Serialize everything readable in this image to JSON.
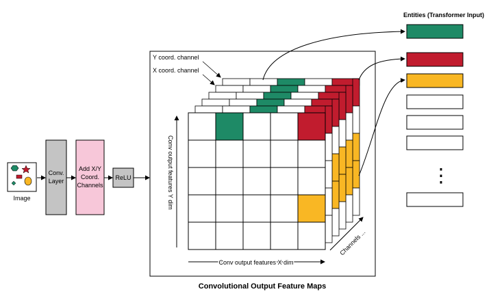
{
  "labels": {
    "image": "Image",
    "conv_layer_line1": "Conv.",
    "conv_layer_line2": "Layer",
    "add_xy_line1": "Add X/Y",
    "add_xy_line2": "Coord.",
    "add_xy_line3": "Channels",
    "relu": "ReLU",
    "y_coord_channel": "Y coord. channel",
    "x_coord_channel": "X coord. channel",
    "y_dim": "Conv output features Y dim",
    "x_dim": "Conv output features X dim",
    "channels": "Channels ...",
    "feature_maps_title": "Convolutional Output Feature Maps",
    "entities_title": "Entities (Transformer Input)",
    "ellipsis": "⋮"
  },
  "colors": {
    "green": "#1e8a66",
    "red": "#c11c2e",
    "yellow": "#f9b724",
    "conv_gray": "#c4c4c4",
    "pink": "#f7c7d9",
    "relu_gray": "#c4c4c4"
  },
  "image_icons": [
    "hexagon-icon",
    "star-icon",
    "rectangle-icon",
    "diamond-icon",
    "ellipse-icon"
  ],
  "entities": [
    "green",
    "red",
    "yellow",
    "empty",
    "empty",
    "empty",
    "empty"
  ]
}
